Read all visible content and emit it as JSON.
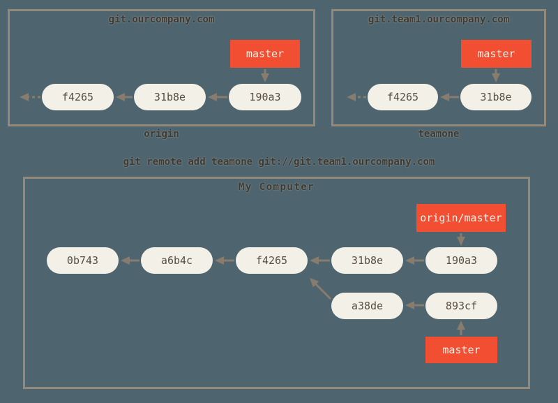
{
  "colors": {
    "background": "#4e646e",
    "box_border": "#93897a",
    "node_fill": "#f3f0e8",
    "node_text": "#564e41",
    "branch_fill": "#f14e32",
    "branch_text": "#f6f2ea",
    "arrow": "#877c6e",
    "title_text": "#3f3931"
  },
  "command": "git remote add teamone git://git.team1.ourcompany.com",
  "remotes": [
    {
      "title": "git.ourcompany.com",
      "label": "origin",
      "branch": "master",
      "commits": [
        "f4265",
        "31b8e",
        "190a3"
      ]
    },
    {
      "title": "git.team1.ourcompany.com",
      "label": "teamone",
      "branch": "master",
      "commits": [
        "f4265",
        "31b8e"
      ]
    }
  ],
  "local": {
    "title": "My Computer",
    "remote_tracking_branch": "origin/master",
    "branch": "master",
    "main_commits": [
      "0b743",
      "a6b4c",
      "f4265",
      "31b8e",
      "190a3"
    ],
    "topic_commits": [
      "a38de",
      "893cf"
    ]
  }
}
